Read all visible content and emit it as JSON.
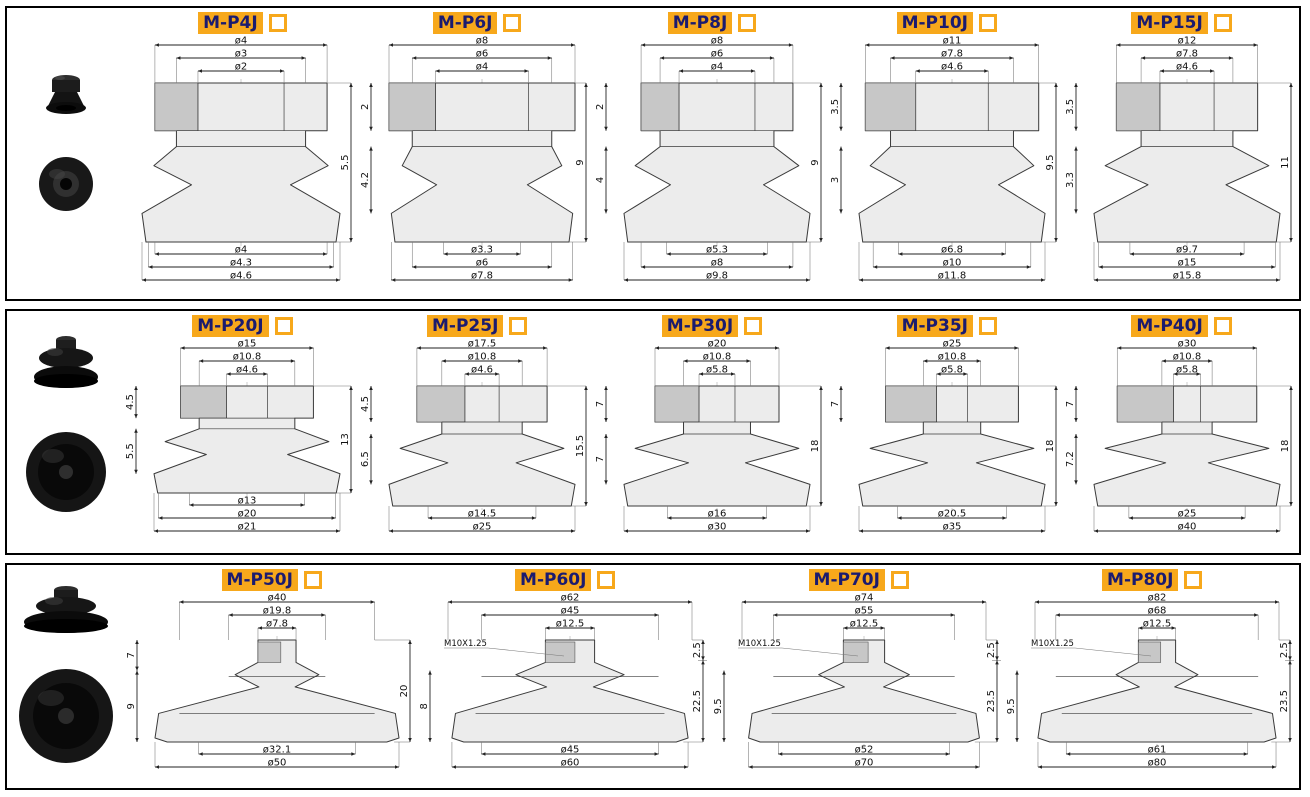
{
  "colors": {
    "title_bg": "#F7A81B",
    "title_text": "#1b1b6f",
    "checkbox_border": "#F7A81B",
    "panel_border": "#000000",
    "section_fill": "#c7c7c7",
    "cup_fill": "#ececec"
  },
  "units": "mm",
  "rows": [
    {
      "models": [
        {
          "name": "M-P4J",
          "top_dims": [
            "ø4",
            "ø3",
            "ø2"
          ],
          "left_dims": [],
          "right_dims": [
            "5.5"
          ],
          "bottom_dims": [
            "ø4",
            "ø4.3",
            "ø4.6"
          ]
        },
        {
          "name": "M-P6J",
          "top_dims": [
            "ø8",
            "ø6",
            "ø4"
          ],
          "left_dims": [
            "2",
            "4.2"
          ],
          "right_dims": [
            "9"
          ],
          "bottom_dims": [
            "ø3.3",
            "ø6",
            "ø7.8"
          ]
        },
        {
          "name": "M-P8J",
          "top_dims": [
            "ø8",
            "ø6",
            "ø4"
          ],
          "left_dims": [
            "2",
            "4"
          ],
          "right_dims": [
            "9"
          ],
          "bottom_dims": [
            "ø5.3",
            "ø8",
            "ø9.8"
          ]
        },
        {
          "name": "M-P10J",
          "top_dims": [
            "ø11",
            "ø7.8",
            "ø4.6"
          ],
          "left_dims": [
            "3.5",
            "3"
          ],
          "right_dims": [
            "9.5"
          ],
          "bottom_dims": [
            "ø6.8",
            "ø10",
            "ø11.8"
          ]
        },
        {
          "name": "M-P15J",
          "top_dims": [
            "ø12",
            "ø7.8",
            "ø4.6"
          ],
          "left_dims": [
            "3.5",
            "3.3"
          ],
          "right_dims": [
            "11"
          ],
          "bottom_dims": [
            "ø9.7",
            "ø15",
            "ø15.8"
          ]
        }
      ]
    },
    {
      "models": [
        {
          "name": "M-P20J",
          "top_dims": [
            "ø15",
            "ø10.8",
            "ø4.6"
          ],
          "left_dims": [
            "4.5",
            "5.5"
          ],
          "right_dims": [
            "13"
          ],
          "bottom_dims": [
            "ø13",
            "ø20",
            "ø21"
          ]
        },
        {
          "name": "M-P25J",
          "top_dims": [
            "ø17.5",
            "ø10.8",
            "ø4.6"
          ],
          "left_dims": [
            "4.5",
            "6.5"
          ],
          "right_dims": [
            "15.5"
          ],
          "bottom_dims": [
            "ø14.5",
            "ø25"
          ]
        },
        {
          "name": "M-P30J",
          "top_dims": [
            "ø20",
            "ø10.8",
            "ø5.8"
          ],
          "left_dims": [
            "7",
            "7"
          ],
          "right_dims": [
            "18"
          ],
          "bottom_dims": [
            "ø16",
            "ø30"
          ]
        },
        {
          "name": "M-P35J",
          "top_dims": [
            "ø25",
            "ø10.8",
            "ø5.8"
          ],
          "left_dims": [
            "7"
          ],
          "right_dims": [
            "18"
          ],
          "bottom_dims": [
            "ø20.5",
            "ø35"
          ]
        },
        {
          "name": "M-P40J",
          "top_dims": [
            "ø30",
            "ø10.8",
            "ø5.8"
          ],
          "left_dims": [
            "7",
            "7.2"
          ],
          "right_dims": [
            "18"
          ],
          "bottom_dims": [
            "ø25",
            "ø40"
          ]
        }
      ]
    },
    {
      "models": [
        {
          "name": "M-P50J",
          "top_dims": [
            "ø40",
            "ø19.8",
            "ø7.8"
          ],
          "left_dims": [
            "7",
            "9"
          ],
          "right_dims": [
            "20"
          ],
          "bottom_dims": [
            "ø32.1",
            "ø50"
          ]
        },
        {
          "name": "M-P60J",
          "top_dims": [
            "ø62",
            "ø45",
            "ø12.5"
          ],
          "thread": "M10X1.25",
          "left_dims": [
            "8"
          ],
          "right_dims": [
            "2.5",
            "22.5"
          ],
          "bottom_dims": [
            "ø45",
            "ø60"
          ]
        },
        {
          "name": "M-P70J",
          "top_dims": [
            "ø74",
            "ø55",
            "ø12.5"
          ],
          "thread": "M10X1.25",
          "left_dims": [
            "9.5"
          ],
          "right_dims": [
            "2.5",
            "23.5"
          ],
          "bottom_dims": [
            "ø52",
            "ø70"
          ]
        },
        {
          "name": "M-P80J",
          "top_dims": [
            "ø82",
            "ø68",
            "ø12.5"
          ],
          "thread": "M10X1.25",
          "left_dims": [
            "9.5"
          ],
          "right_dims": [
            "2.5",
            "23.5"
          ],
          "bottom_dims": [
            "ø61",
            "ø80"
          ]
        }
      ]
    }
  ]
}
